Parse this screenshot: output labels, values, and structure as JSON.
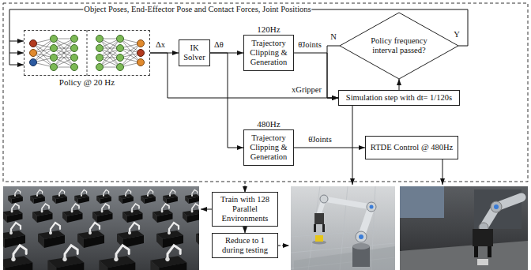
{
  "diagram": {
    "nodes": [
      {
        "text": [
          "Policy @ 20 Hz"
        ]
      },
      {
        "text": [
          "IK Solver"
        ]
      },
      {
        "text": [
          "120Hz",
          "Trajectory Clipping & Generation"
        ]
      },
      {
        "text": [
          "Policy frequency interval passed?"
        ]
      },
      {
        "text": [
          "Simulation step with dt= 1/120s"
        ]
      },
      {
        "text": [
          "480Hz",
          "Trajectory Clipping & Generation"
        ]
      },
      {
        "text": [
          "RTDE Control @ 480Hz"
        ]
      },
      {
        "text": [
          "Train with 128 Parallel Environments"
        ]
      },
      {
        "text": [
          "Reduce to 1 during testing"
        ]
      }
    ],
    "edges": [
      {
        "from": 0,
        "to": 1,
        "arrow": "to",
        "label": "Δx"
      },
      {
        "from": 1,
        "to": 2,
        "arrow": "to",
        "label": "Δθ"
      },
      {
        "from": 1,
        "to": 5,
        "arrow": "to"
      },
      {
        "from": 2,
        "to": 4,
        "arrow": "to",
        "label": "θ̇Joints"
      },
      {
        "from": 0,
        "to": 4,
        "arrow": "to",
        "label": "xGripper"
      },
      {
        "from": 4,
        "to": 3,
        "arrow": "to"
      },
      {
        "from": 3,
        "to": 4,
        "arrow": "to",
        "label": "N"
      },
      {
        "from": 3,
        "to": 0,
        "arrow": "to",
        "label": "Object Poses, End-Effector Pose and Contact Forces, Joint Positions"
      },
      {
        "from": 5,
        "to": 6,
        "arrow": "to",
        "label": "θ̇Joints"
      },
      {
        "from": 7,
        "to": 8,
        "arrow": "to"
      }
    ],
    "labels": [
      "Y"
    ]
  }
}
